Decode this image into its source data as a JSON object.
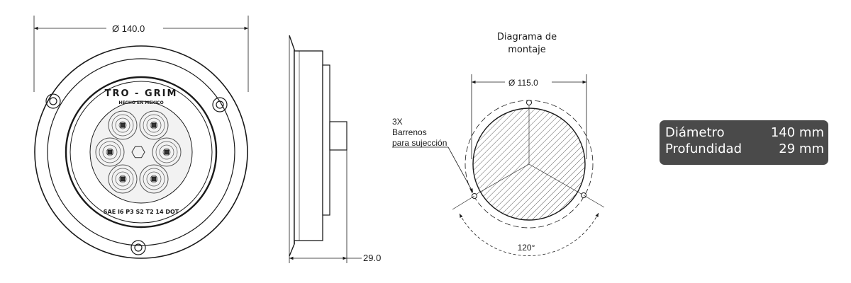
{
  "front_view": {
    "diameter_label": "Ø 140.0",
    "brand": "TRO - GRIM",
    "made_in": "HECHO EN MEXICO",
    "certification": "SAE I6 P3 S2 T2 14 DOT"
  },
  "side_view": {
    "depth_label": "29.0"
  },
  "mounting_diagram": {
    "title_line1": "Diagrama de",
    "title_line2": "montaje",
    "diameter_label": "Ø 115.0",
    "holes_line1": "3X",
    "holes_line2": "Barrenos",
    "holes_line3": "para sujección",
    "angle_label": "120°"
  },
  "specs": {
    "rows": [
      {
        "label": "Diámetro",
        "value": "140 mm"
      },
      {
        "label": "Profundidad",
        "value": "29 mm"
      }
    ]
  },
  "colors": {
    "line": "#1a1a1a",
    "spec_box_bg": "#4a4a4a",
    "spec_box_text": "#ffffff"
  }
}
